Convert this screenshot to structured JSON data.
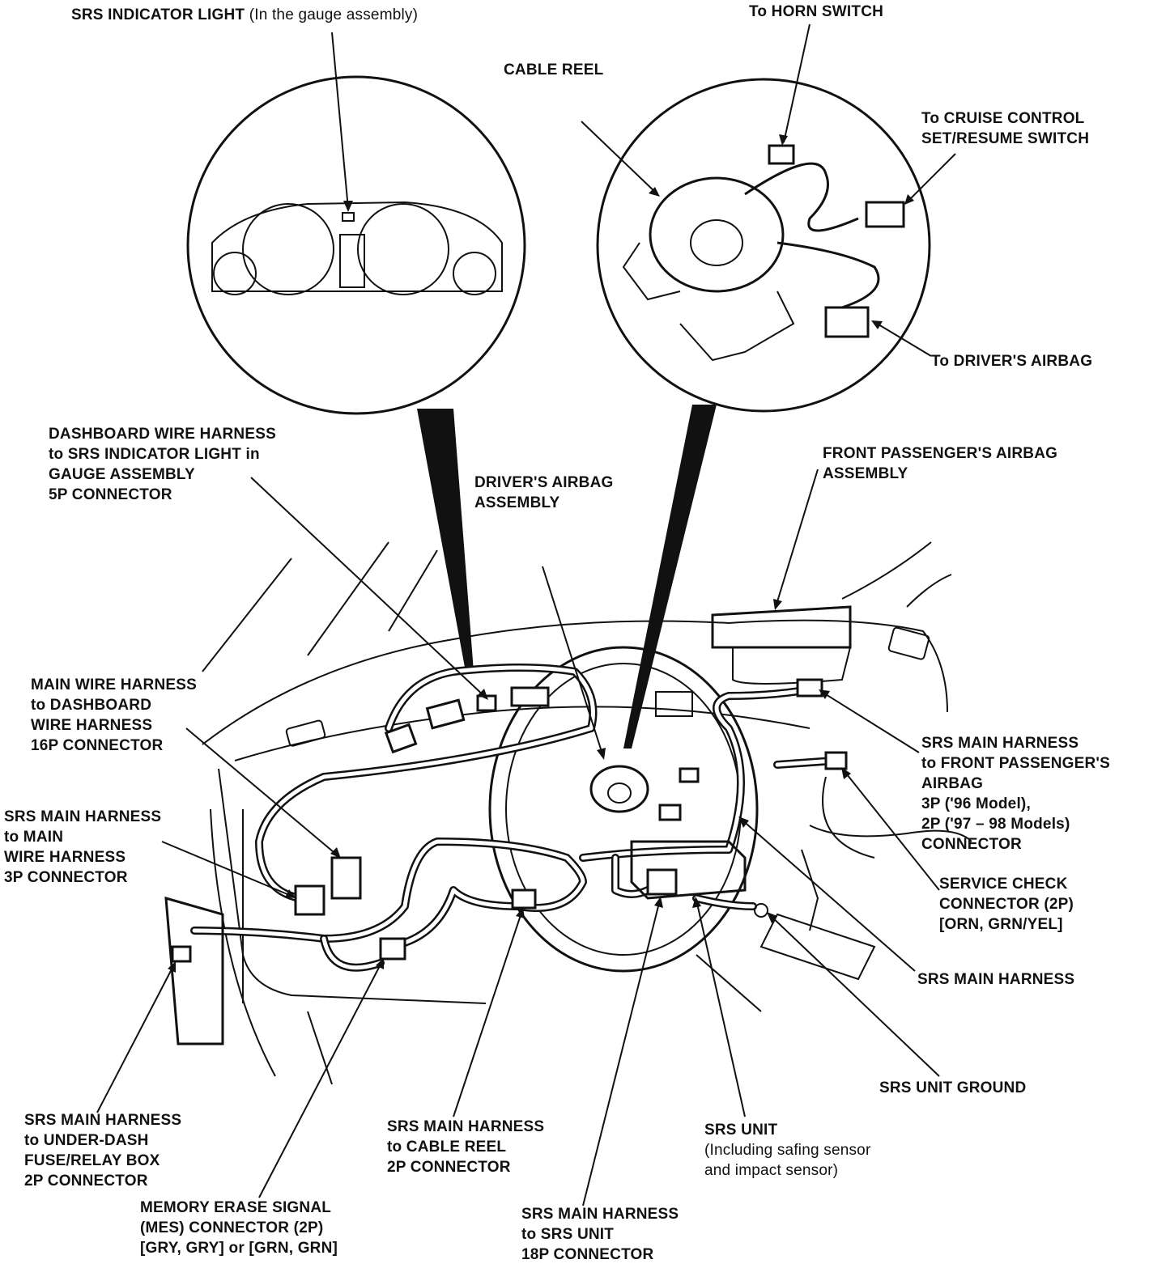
{
  "labels": {
    "srs_indicator": {
      "main": "SRS INDICATOR LIGHT",
      "sub": " (In the gauge assembly)"
    },
    "horn": "To HORN SWITCH",
    "cable_reel": "CABLE REEL",
    "cruise": [
      "To CRUISE CONTROL",
      "SET/RESUME SWITCH"
    ],
    "drivers_airbag_connector": "To DRIVER'S AIRBAG",
    "dashboard_harness": [
      "DASHBOARD WIRE HARNESS",
      "to SRS INDICATOR LIGHT in",
      "GAUGE ASSEMBLY",
      "5P CONNECTOR"
    ],
    "drivers_airbag_assembly": [
      "DRIVER'S AIRBAG",
      "ASSEMBLY"
    ],
    "front_passenger_airbag": [
      "FRONT PASSENGER'S AIRBAG",
      "ASSEMBLY"
    ],
    "main_to_dashboard": [
      "MAIN WIRE HARNESS",
      "to DASHBOARD",
      "WIRE HARNESS",
      "16P CONNECTOR"
    ],
    "srs_to_passenger": [
      "SRS MAIN HARNESS",
      "to FRONT PASSENGER'S",
      "AIRBAG",
      "3P ('96 Model),",
      "2P ('97 – 98 Models)",
      "CONNECTOR"
    ],
    "srs_to_main": [
      "SRS MAIN HARNESS",
      "to MAIN",
      "WIRE HARNESS",
      "3P CONNECTOR"
    ],
    "service_check": [
      "SERVICE CHECK",
      "CONNECTOR (2P)",
      "[ORN, GRN/YEL]"
    ],
    "srs_main_harness": "SRS MAIN HARNESS",
    "srs_unit_ground": "SRS UNIT GROUND",
    "srs_to_fuse": [
      "SRS MAIN HARNESS",
      "to UNDER-DASH",
      "FUSE/RELAY BOX",
      "2P CONNECTOR"
    ],
    "srs_to_cable_reel": [
      "SRS MAIN HARNESS",
      "to CABLE REEL",
      "2P CONNECTOR"
    ],
    "srs_unit": {
      "title": "SRS UNIT",
      "sub": [
        "(Including safing sensor",
        "and  impact sensor)"
      ]
    },
    "mes": [
      "MEMORY ERASE SIGNAL",
      "(MES) CONNECTOR (2P)",
      "[GRY, GRY] or [GRN, GRN]"
    ],
    "srs_to_unit": [
      "SRS MAIN HARNESS",
      "to SRS UNIT",
      "18P CONNECTOR"
    ]
  }
}
